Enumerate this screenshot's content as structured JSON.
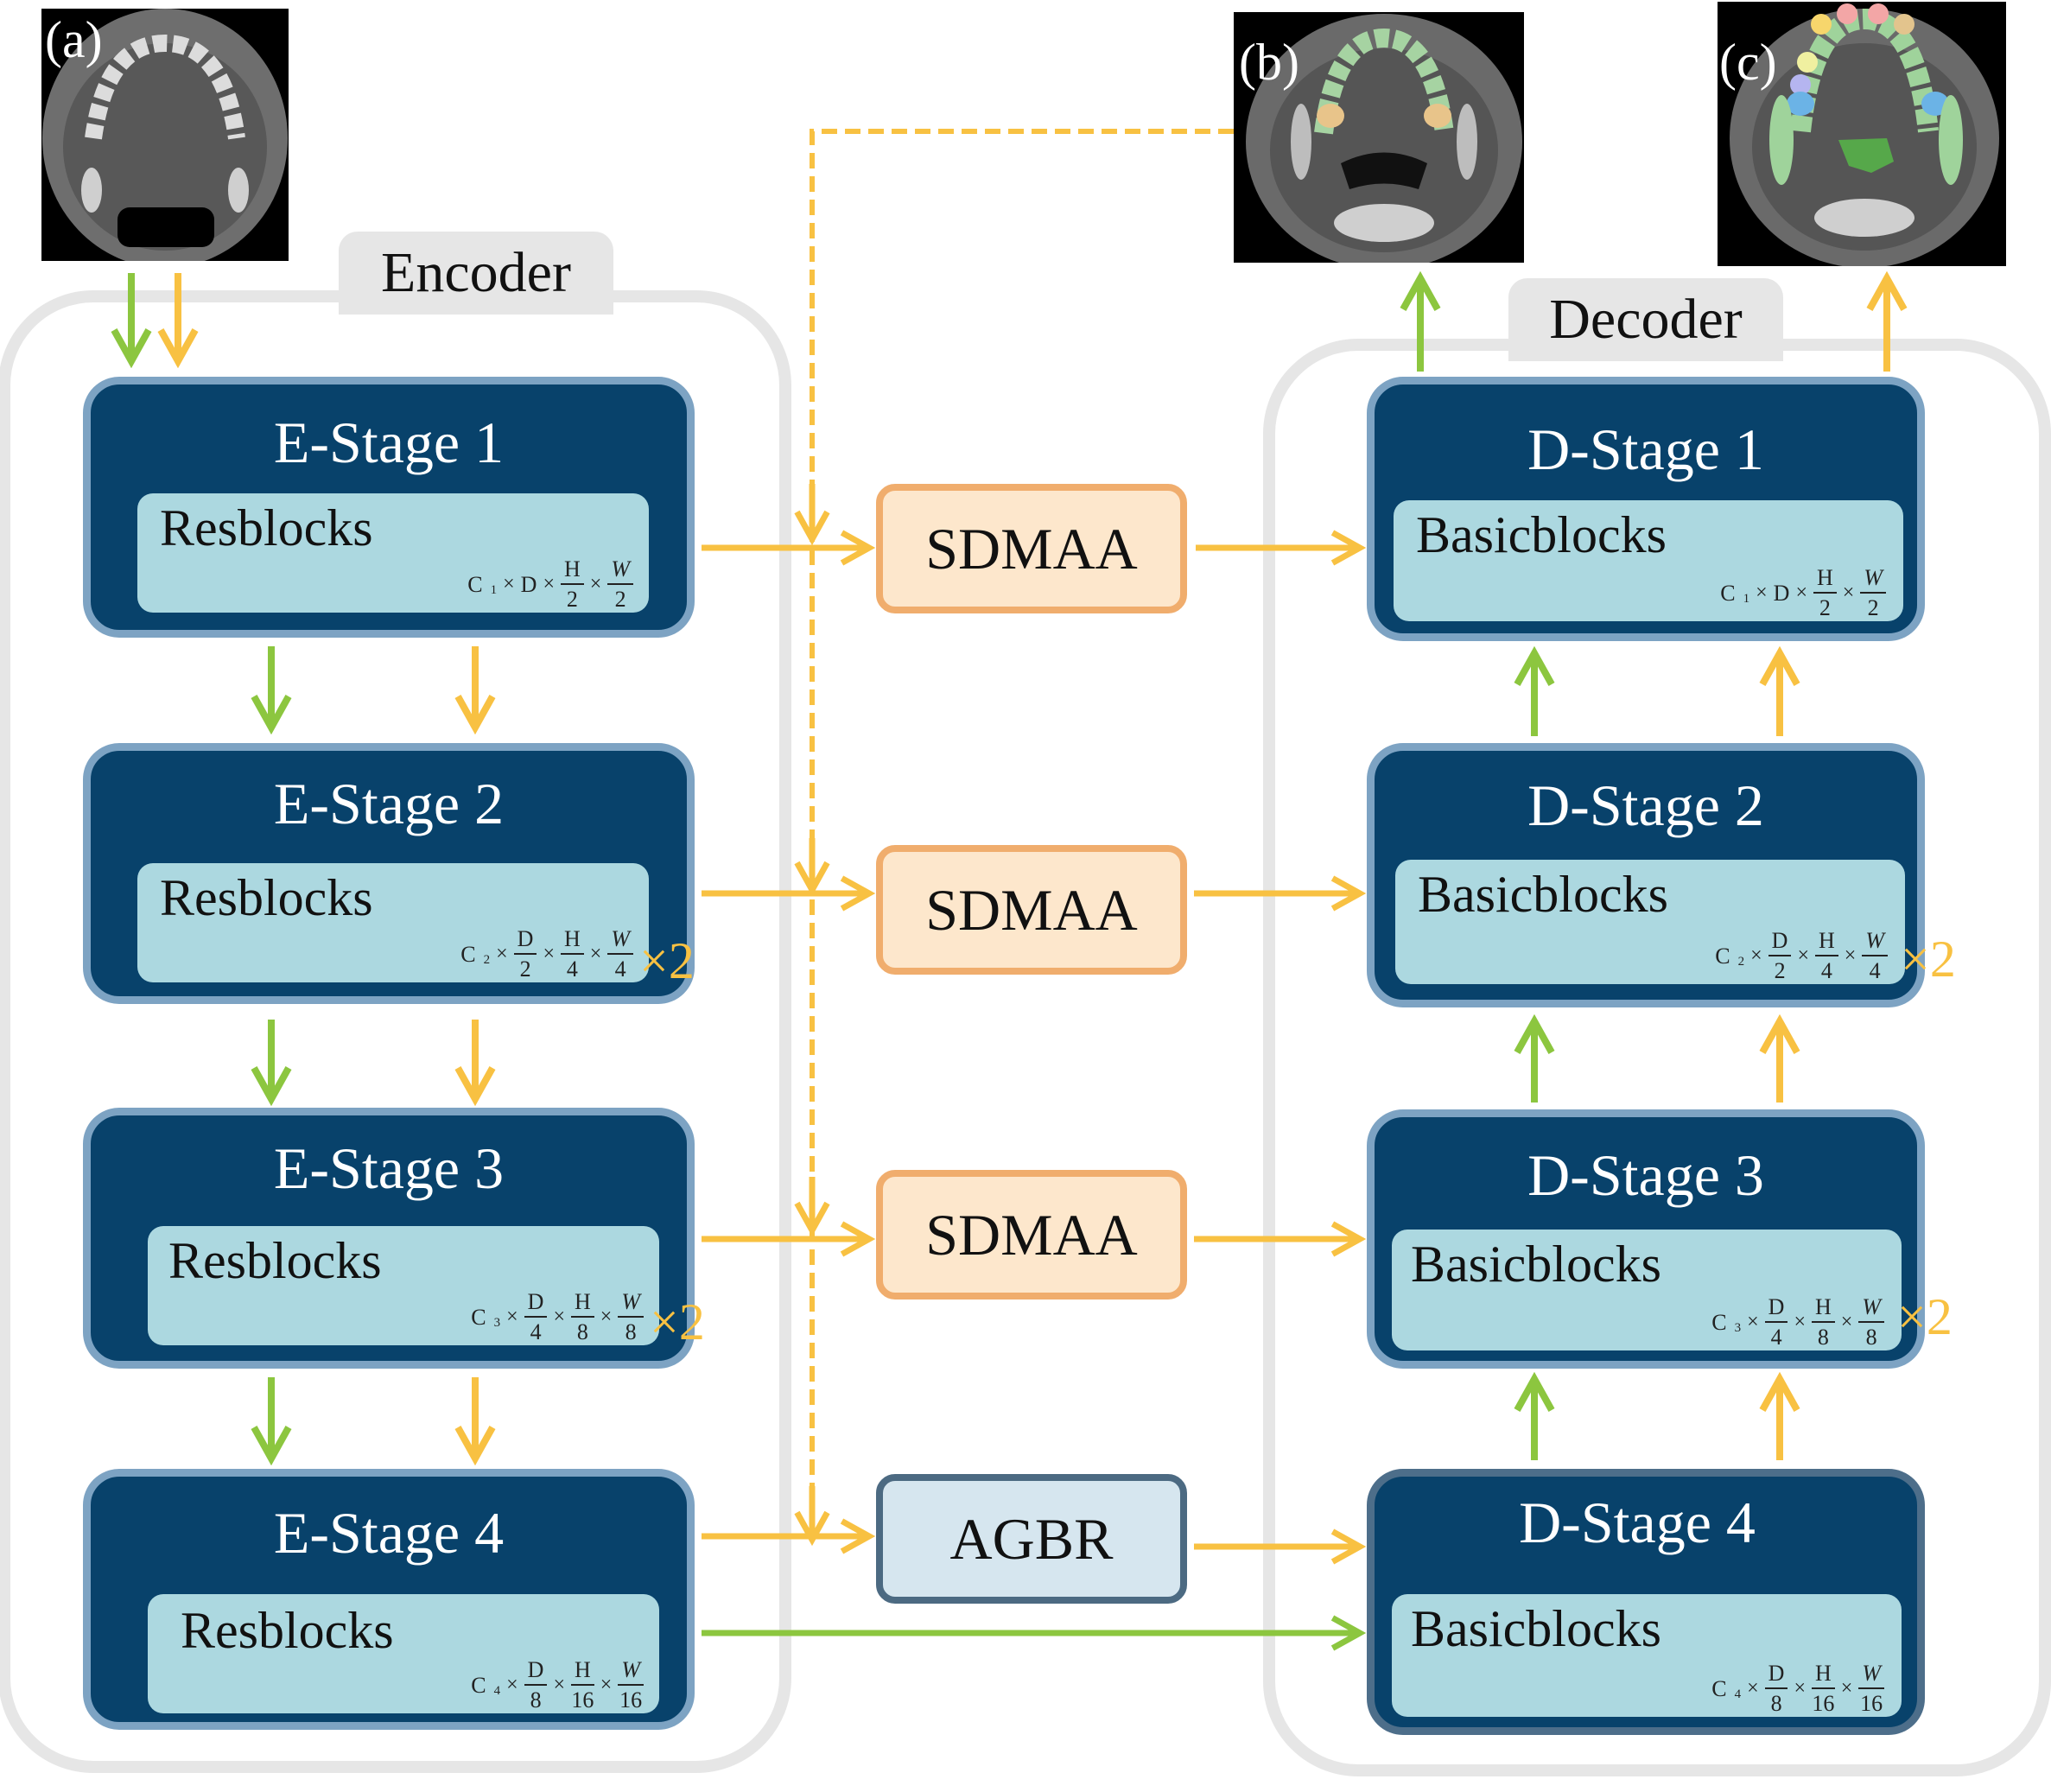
{
  "images": {
    "a": {
      "label": "(a)"
    },
    "b": {
      "label": "(b)"
    },
    "c": {
      "label": "(c)"
    }
  },
  "encoder": {
    "title": "Encoder",
    "stages": [
      {
        "title": "E-Stage 1",
        "block": "Resblocks",
        "c": "C",
        "c_sub": "1",
        "d": "D",
        "d_den": "",
        "h_den": "2",
        "w_den": "2",
        "repeat": ""
      },
      {
        "title": "E-Stage 2",
        "block": "Resblocks",
        "c": "C",
        "c_sub": "2",
        "d": "D",
        "d_den": "2",
        "h_den": "4",
        "w_den": "4",
        "repeat": "×2"
      },
      {
        "title": "E-Stage 3",
        "block": "Resblocks",
        "c": "C",
        "c_sub": "3",
        "d": "D",
        "d_den": "4",
        "h_den": "8",
        "w_den": "8",
        "repeat": "×2"
      },
      {
        "title": "E-Stage 4",
        "block": "Resblocks",
        "c": "C",
        "c_sub": "4",
        "d": "D",
        "d_den": "8",
        "h_den": "16",
        "w_den": "16",
        "repeat": ""
      }
    ]
  },
  "decoder": {
    "title": "Decoder",
    "stages": [
      {
        "title": "D-Stage 1",
        "block": "Basicblocks",
        "c": "C",
        "c_sub": "1",
        "d": "D",
        "d_den": "",
        "h_den": "2",
        "w_den": "2",
        "repeat": ""
      },
      {
        "title": "D-Stage 2",
        "block": "Basicblocks",
        "c": "C",
        "c_sub": "2",
        "d": "D",
        "d_den": "2",
        "h_den": "4",
        "w_den": "4",
        "repeat": "×2"
      },
      {
        "title": "D-Stage 3",
        "block": "Basicblocks",
        "c": "C",
        "c_sub": "3",
        "d": "D",
        "d_den": "4",
        "h_den": "8",
        "w_den": "8",
        "repeat": "×2"
      },
      {
        "title": "D-Stage 4",
        "block": "Basicblocks",
        "c": "C",
        "c_sub": "4",
        "d": "D",
        "d_den": "8",
        "h_den": "16",
        "w_den": "16",
        "repeat": ""
      }
    ]
  },
  "dim_symbols": {
    "h": "H",
    "w": "W",
    "times": "×"
  },
  "modules": [
    {
      "label": "SDMAA"
    },
    {
      "label": "SDMAA"
    },
    {
      "label": "SDMAA"
    },
    {
      "label": "AGBR"
    }
  ],
  "colors": {
    "stage_fill": "#08426b",
    "stage_border": "#7da3c3",
    "inner_fill": "#acd8e0",
    "arrow_orange": "#f8c142",
    "arrow_green": "#8cc63f",
    "sdmaa_fill": "#fde7cc",
    "sdmaa_border": "#f0ad6d",
    "agbr_fill": "#d6e6ef",
    "agbr_border": "#4c6a82",
    "panel_gray": "#e6e6e6"
  }
}
